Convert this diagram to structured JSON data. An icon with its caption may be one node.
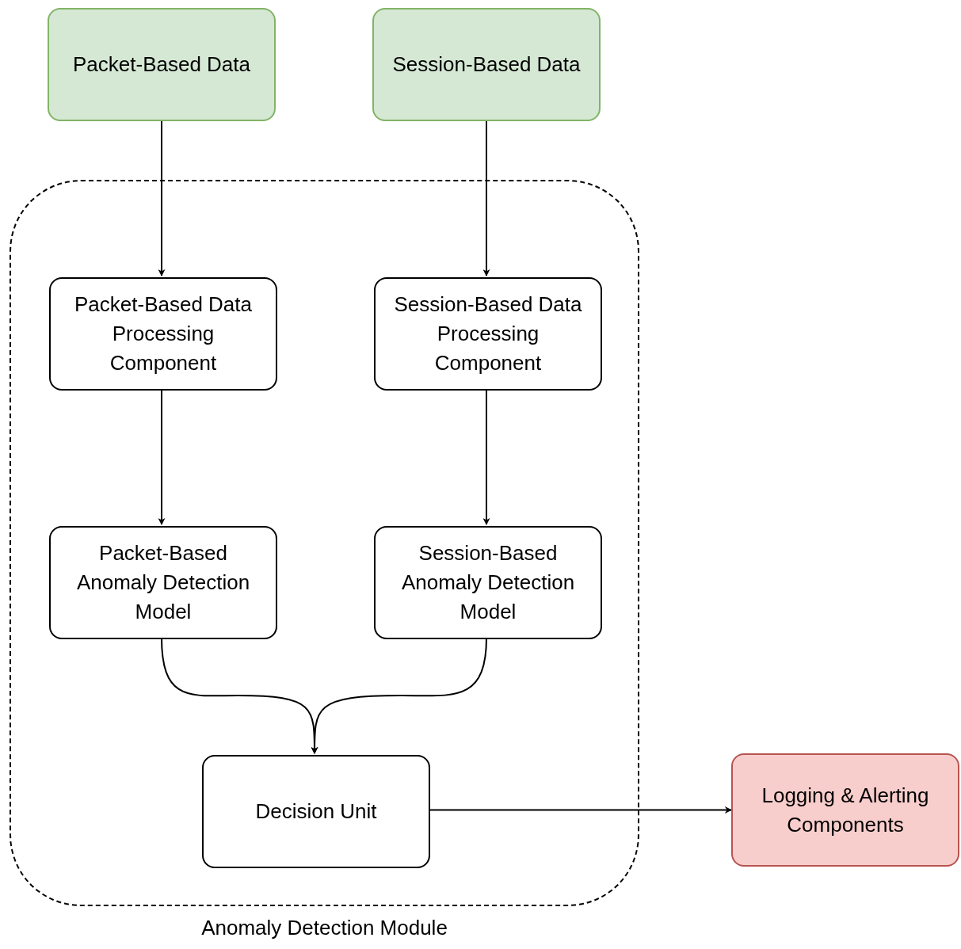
{
  "diagram": {
    "nodes": [
      {
        "text": [
          "Packet-Based Data"
        ]
      },
      {
        "text": [
          "Session-Based Data"
        ]
      },
      {
        "text": [
          "Anomaly Detection Module"
        ]
      },
      {
        "text": [
          "Packet-Based Data Processing Component"
        ],
        "in": 2
      },
      {
        "text": [
          "Session-Based Data Processing Component"
        ],
        "in": 2
      },
      {
        "text": [
          "Packet-Based Anomaly Detection Model"
        ],
        "in": 2
      },
      {
        "text": [
          "Session-Based Anomaly Detection Model"
        ],
        "in": 2
      },
      {
        "text": [
          "Decision Unit"
        ],
        "in": 2
      },
      {
        "text": [
          "Logging & Alerting Components"
        ]
      }
    ],
    "edges": [
      {
        "from": 0,
        "to": 3,
        "arrow": "to"
      },
      {
        "from": 1,
        "to": 4,
        "arrow": "to"
      },
      {
        "from": 3,
        "to": 5,
        "arrow": "to"
      },
      {
        "from": 4,
        "to": 6,
        "arrow": "to"
      },
      {
        "from": 5,
        "to": 7,
        "arrow": "to"
      },
      {
        "from": 6,
        "to": 7,
        "arrow": "to"
      },
      {
        "from": 7,
        "to": 8,
        "arrow": "to"
      }
    ]
  }
}
